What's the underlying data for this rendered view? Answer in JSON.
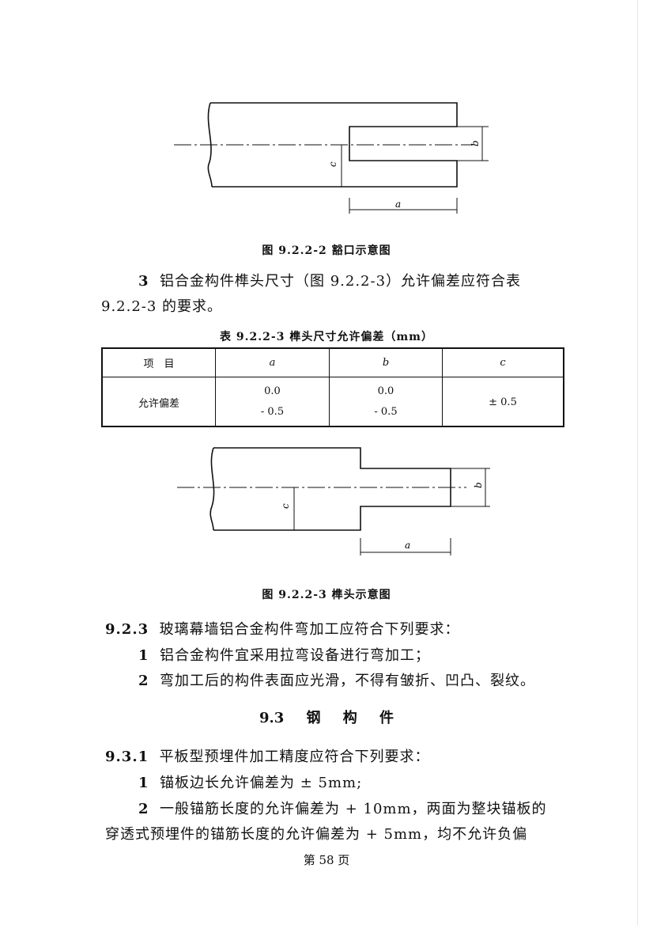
{
  "fig1": {
    "label_a": "a",
    "label_b": "b",
    "label_c": "c",
    "caption": "图 9.2.2-2   豁口示意图"
  },
  "item3": {
    "num": "3",
    "line1": "铝合金构件榫头尺寸（图 9.2.2-3）允许偏差应符合表",
    "line2": "9.2.2-3 的要求。"
  },
  "table": {
    "title": "表 9.2.2-3   榫头尺寸允许偏差（mm）",
    "headers": [
      "项　目",
      "a",
      "b",
      "c"
    ],
    "row_label": "允许偏差",
    "a": [
      "0.0",
      "- 0.5"
    ],
    "b": [
      "0.0",
      "- 0.5"
    ],
    "c": "± 0.5"
  },
  "fig2": {
    "label_a": "a",
    "label_b": "b",
    "label_c": "c",
    "caption": "图 9.2.2-3   榫头示意图"
  },
  "sec923": {
    "num": "9.2.3",
    "text": "玻璃幕墙铝合金构件弯加工应符合下列要求：",
    "items": [
      {
        "num": "1",
        "text": "铝合金构件宜采用拉弯设备进行弯加工；"
      },
      {
        "num": "2",
        "text": "弯加工后的构件表面应光滑，不得有皱折、凹凸、裂纹。"
      }
    ]
  },
  "heading93": "9.3 钢 构 件",
  "sec931": {
    "num": "9.3.1",
    "text": "平板型预埋件加工精度应符合下列要求：",
    "items": [
      {
        "num": "1",
        "text": "锚板边长允许偏差为 ± 5mm;"
      },
      {
        "num": "2",
        "line1": "一般锚筋长度的允许偏差为 + 10mm，两面为整块锚板的",
        "line2": "穿透式预埋件的锚筋长度的允许偏差为 + 5mm，均不允许负偏"
      }
    ]
  },
  "footer": "第 58 页"
}
